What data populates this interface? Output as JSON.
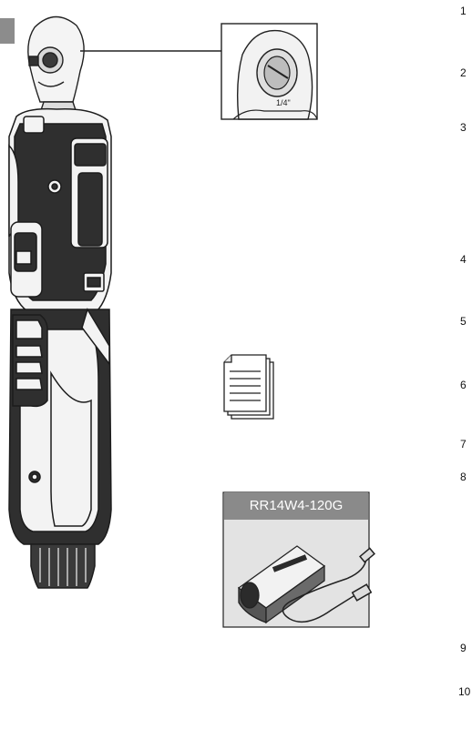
{
  "callouts": [
    {
      "number": "1"
    },
    {
      "number": "2"
    },
    {
      "number": "3"
    },
    {
      "number": "4"
    },
    {
      "number": "5"
    },
    {
      "number": "6"
    },
    {
      "number": "7"
    },
    {
      "number": "8"
    },
    {
      "number": "9"
    },
    {
      "number": "10"
    }
  ],
  "battery": {
    "model": "RR14W4-120G"
  },
  "tab_label": "1/4\"",
  "colors": {
    "line": "#222222",
    "box_border": "#222222",
    "battery_panel": "#e3e3e3",
    "label_bg": "#8a8a8a",
    "body_dark": "#2b2b2b",
    "body_light": "#f2f2f2"
  }
}
